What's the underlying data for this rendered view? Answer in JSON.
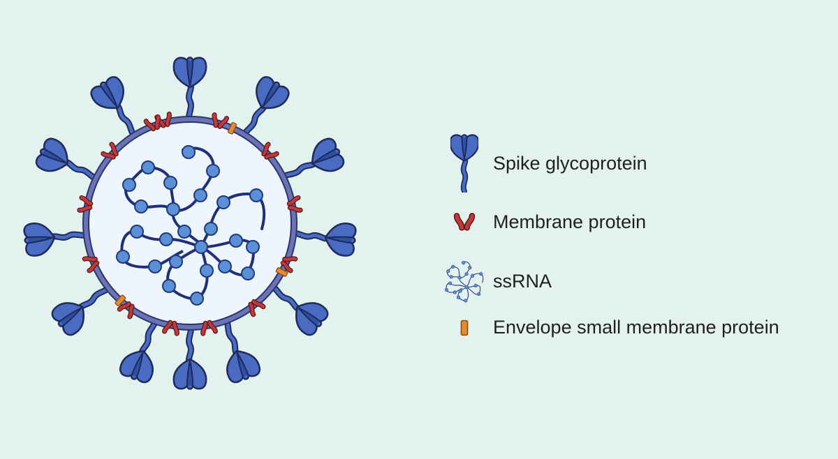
{
  "legend": {
    "spike": {
      "label": "Spike glycoprotein",
      "icon": "spike-glycoprotein-icon"
    },
    "membrane": {
      "label": "Membrane protein",
      "icon": "membrane-protein-icon"
    },
    "ssrna": {
      "label": "ssRNA",
      "icon": "ssrna-icon"
    },
    "envelope": {
      "label": "Envelope small membrane protein",
      "icon": "envelope-protein-icon"
    }
  },
  "colors": {
    "background": "#e3f2ee",
    "spike": "#4a6bc2",
    "spike_dark": "#2b4a9e",
    "outline": "#1e2a5a",
    "membrane_protein": "#c0393b",
    "envelope_protein": "#e58a2e",
    "envelope_ring": "#6a74b3",
    "interior": "#eef5fc",
    "rna_strand": "#1f2f7a",
    "rna_bead": "#5b8fd6"
  }
}
